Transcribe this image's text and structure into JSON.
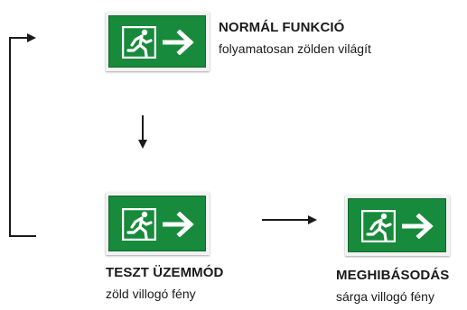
{
  "states": {
    "normal": {
      "title": "NORMÁL FUNKCIÓ",
      "description": "folyamatosan zölden világít"
    },
    "test": {
      "title": "TESZT ÜZEMMÓD",
      "description": "zöld villogó fény"
    },
    "fault": {
      "title": "MEGHIBÁSODÁS",
      "description": "sárga villogó fény"
    }
  },
  "colors": {
    "sign_green": "#178a3c",
    "sign_frame": "#f3f3f3",
    "arrow": "#1a1a1a"
  },
  "icons": [
    "running-man-icon",
    "exit-door-icon",
    "right-arrow-icon"
  ]
}
